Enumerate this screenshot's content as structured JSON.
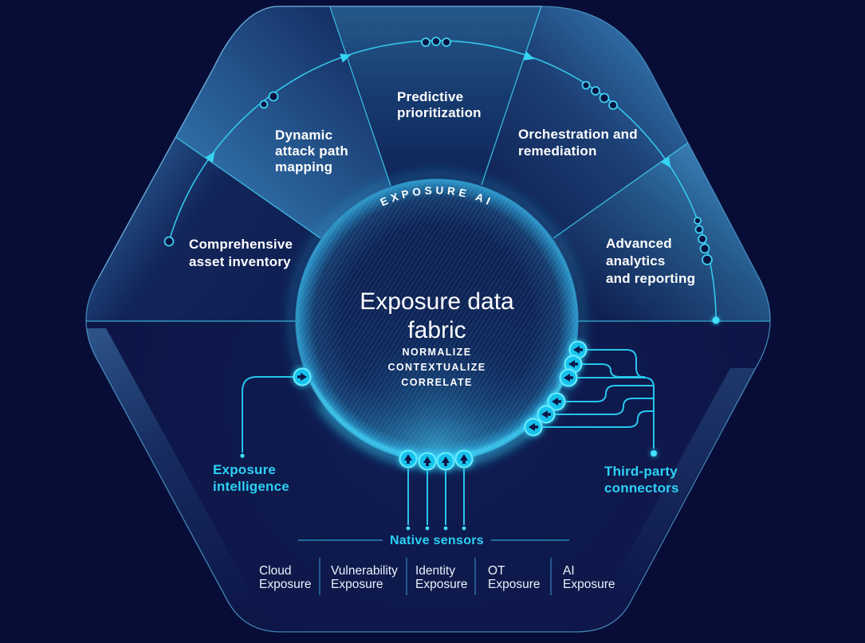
{
  "diagram": {
    "hub": {
      "eyebrow": "EXPOSURE AI",
      "title_line1": "Exposure data",
      "title_line2": "fabric",
      "functions": [
        "NORMALIZE",
        "CONTEXTUALIZE",
        "CORRELATE"
      ]
    },
    "capabilities": [
      {
        "id": "comprehensive-asset-inventory",
        "lines": [
          "Comprehensive",
          "asset inventory"
        ]
      },
      {
        "id": "dynamic-attack-path-mapping",
        "lines": [
          "Dynamic",
          "attack path",
          "mapping"
        ]
      },
      {
        "id": "predictive-prioritization",
        "lines": [
          "Predictive",
          "prioritization"
        ]
      },
      {
        "id": "orchestration-and-remediation",
        "lines": [
          "Orchestration and",
          "remediation"
        ]
      },
      {
        "id": "advanced-analytics-and-reporting",
        "lines": [
          "Advanced",
          "analytics",
          "and reporting"
        ]
      }
    ],
    "inputs": {
      "exposure_intelligence": {
        "lines": [
          "Exposure",
          "intelligence"
        ]
      },
      "third_party_connectors": {
        "lines": [
          "Third-party",
          "connectors"
        ]
      },
      "native_sensors": {
        "label": "Native sensors",
        "sensors": [
          {
            "lines": [
              "Cloud",
              "Exposure"
            ]
          },
          {
            "lines": [
              "Vulnerability",
              "Exposure"
            ]
          },
          {
            "lines": [
              "Identity",
              "Exposure"
            ]
          },
          {
            "lines": [
              "OT",
              "Exposure"
            ]
          },
          {
            "lines": [
              "AI",
              "Exposure"
            ]
          }
        ]
      }
    },
    "colors": {
      "background": "#080d37",
      "accent_cyan": "#2bd2f5",
      "line_cyan": "#27c6ec",
      "wedge_light": "#3478b1",
      "wedge_dark": "#0e1f53",
      "white": "#ffffff"
    }
  }
}
